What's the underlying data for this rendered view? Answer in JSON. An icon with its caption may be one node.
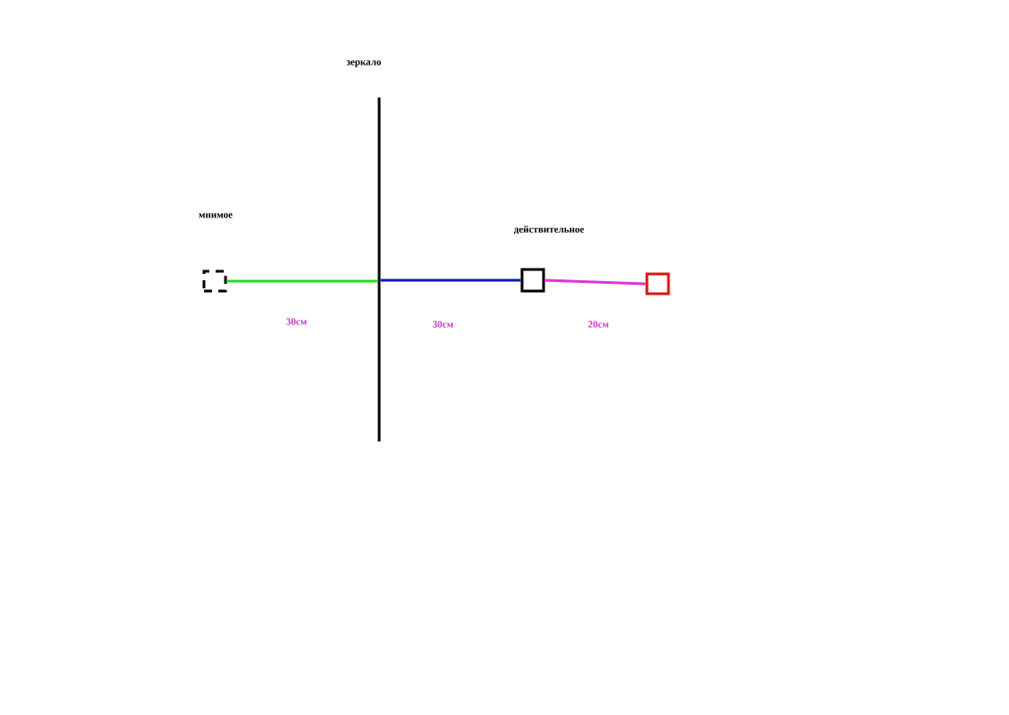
{
  "diagram": {
    "nodes": [
      {
        "text": [
          "зеркало"
        ]
      },
      {
        "text": [],
        "shape": "box"
      },
      {
        "text": [
          "действительное"
        ]
      },
      {
        "text": [],
        "shape": "box"
      }
    ],
    "edges": [
      {
        "from": 1,
        "to": 0,
        "arrow": "none",
        "label": "30см",
        "color": "#22dd22"
      },
      {
        "from": 0,
        "to": 2,
        "arrow": "none",
        "label": "30см",
        "color": "#0a18b8"
      },
      {
        "from": 2,
        "to": 3,
        "arrow": "none",
        "label": "20см",
        "color": "#dd33dd"
      }
    ],
    "labels": [
      "мнимое"
    ]
  }
}
